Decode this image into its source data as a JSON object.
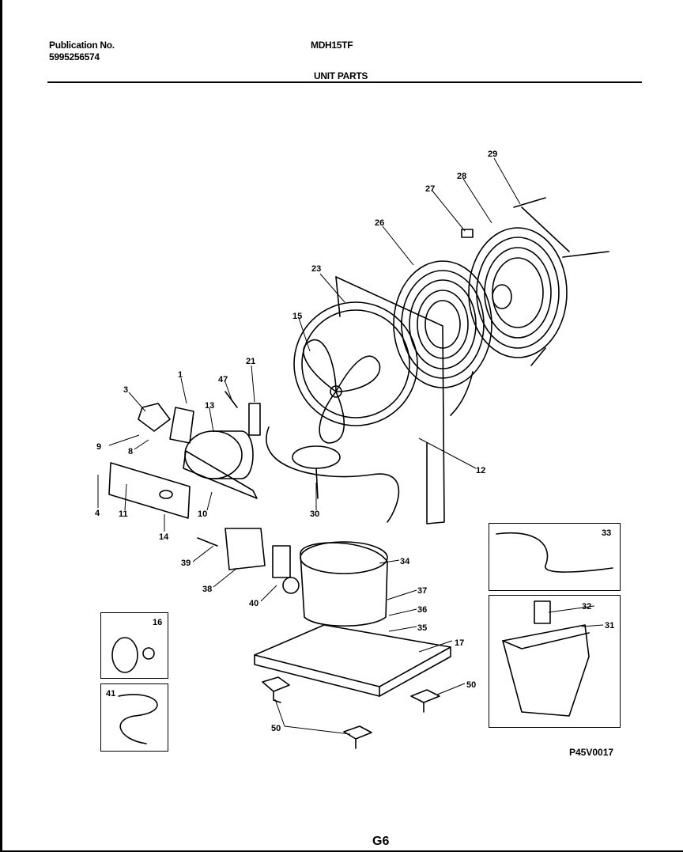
{
  "header": {
    "publication_label": "Publication No.",
    "publication_number": "5995256574",
    "model": "MDH15TF",
    "section_title": "UNIT PARTS"
  },
  "callouts": [
    {
      "id": "c1",
      "text": "1"
    },
    {
      "id": "c3",
      "text": "3"
    },
    {
      "id": "c4",
      "text": "4"
    },
    {
      "id": "c8",
      "text": "8"
    },
    {
      "id": "c9",
      "text": "9"
    },
    {
      "id": "c10",
      "text": "10"
    },
    {
      "id": "c11",
      "text": "11"
    },
    {
      "id": "c12",
      "text": "12"
    },
    {
      "id": "c13",
      "text": "13"
    },
    {
      "id": "c14",
      "text": "14"
    },
    {
      "id": "c15",
      "text": "15"
    },
    {
      "id": "c16",
      "text": "16"
    },
    {
      "id": "c17",
      "text": "17"
    },
    {
      "id": "c21",
      "text": "21"
    },
    {
      "id": "c23",
      "text": "23"
    },
    {
      "id": "c26",
      "text": "26"
    },
    {
      "id": "c27",
      "text": "27"
    },
    {
      "id": "c28",
      "text": "28"
    },
    {
      "id": "c29",
      "text": "29"
    },
    {
      "id": "c30",
      "text": "30"
    },
    {
      "id": "c31",
      "text": "31"
    },
    {
      "id": "c32",
      "text": "32"
    },
    {
      "id": "c33",
      "text": "33"
    },
    {
      "id": "c34",
      "text": "34"
    },
    {
      "id": "c35",
      "text": "35"
    },
    {
      "id": "c36",
      "text": "36"
    },
    {
      "id": "c37",
      "text": "37"
    },
    {
      "id": "c38",
      "text": "38"
    },
    {
      "id": "c39",
      "text": "39"
    },
    {
      "id": "c40",
      "text": "40"
    },
    {
      "id": "c41",
      "text": "41"
    },
    {
      "id": "c47",
      "text": "47"
    },
    {
      "id": "c50a",
      "text": "50"
    },
    {
      "id": "c50b",
      "text": "50"
    }
  ],
  "drawing_code": "P45V0017",
  "page_number": "G6"
}
